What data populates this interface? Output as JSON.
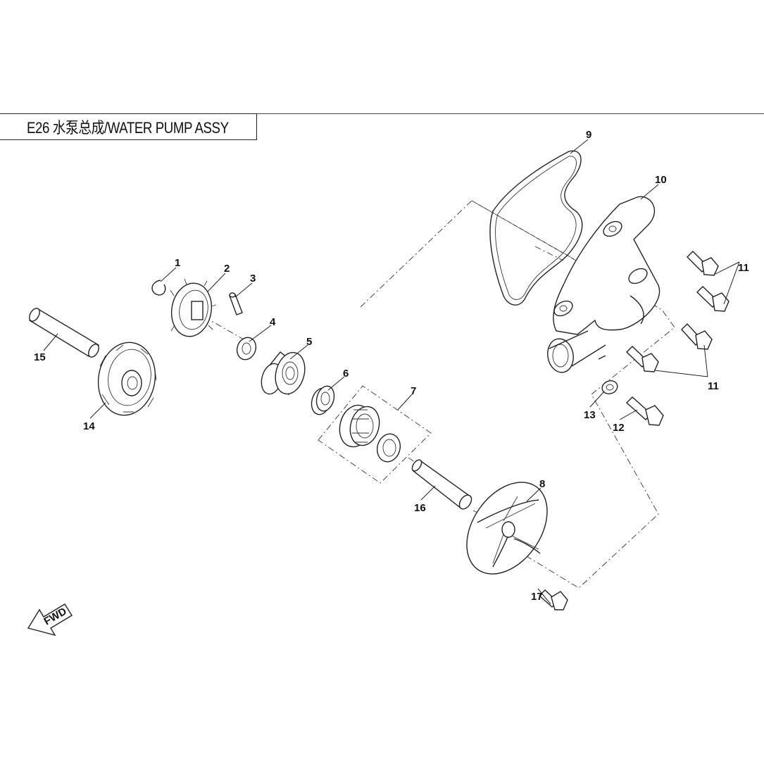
{
  "header": {
    "title": "E26 水泵总成/WATER PUMP ASSY"
  },
  "fwd_label": "FWD",
  "callouts": [
    "1",
    "2",
    "3",
    "4",
    "5",
    "6",
    "7",
    "8",
    "9",
    "10",
    "11",
    "11",
    "12",
    "13",
    "14",
    "15",
    "16",
    "17"
  ],
  "parts": [
    {
      "id": "1",
      "icon": "circlip-icon"
    },
    {
      "id": "2",
      "icon": "small-gear-icon"
    },
    {
      "id": "3",
      "icon": "pin-icon"
    },
    {
      "id": "4",
      "icon": "washer-icon"
    },
    {
      "id": "5",
      "icon": "bearing-icon"
    },
    {
      "id": "6",
      "icon": "seal-ring-icon"
    },
    {
      "id": "7",
      "icon": "mechanical-seal-icon"
    },
    {
      "id": "8",
      "icon": "impeller-icon"
    },
    {
      "id": "9",
      "icon": "gasket-icon"
    },
    {
      "id": "10",
      "icon": "pump-cover-icon"
    },
    {
      "id": "11",
      "icon": "bolt-icon"
    },
    {
      "id": "12",
      "icon": "bolt-icon"
    },
    {
      "id": "13",
      "icon": "washer-icon"
    },
    {
      "id": "14",
      "icon": "large-gear-icon"
    },
    {
      "id": "15",
      "icon": "shaft-icon"
    },
    {
      "id": "16",
      "icon": "shaft-icon"
    },
    {
      "id": "17",
      "icon": "bolt-icon"
    }
  ]
}
